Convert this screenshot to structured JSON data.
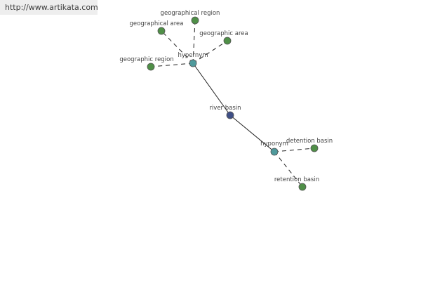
{
  "watermark": "http://www.artikata.com",
  "colors": {
    "center": "#3f4f86",
    "relation": "#4f9a9c",
    "leaf": "#4f8f47",
    "node_stroke": "#555555",
    "edge": "#222222"
  },
  "nodes": [
    {
      "id": "river_basin",
      "label": "river basin",
      "kind": "center"
    },
    {
      "id": "hypernym",
      "label": "hypernym",
      "kind": "relation"
    },
    {
      "id": "hyponym",
      "label": "hyponym",
      "kind": "relation"
    },
    {
      "id": "geographical_region",
      "label": "geographical region",
      "kind": "leaf"
    },
    {
      "id": "geographical_area",
      "label": "geographical area",
      "kind": "leaf"
    },
    {
      "id": "geographic_area",
      "label": "geographic area",
      "kind": "leaf"
    },
    {
      "id": "geographic_region",
      "label": "geographic region",
      "kind": "leaf"
    },
    {
      "id": "detention_basin",
      "label": "detention basin",
      "kind": "leaf"
    },
    {
      "id": "retention_basin",
      "label": "retention basin",
      "kind": "leaf"
    }
  ],
  "edges": [
    {
      "from": "river_basin",
      "to": "hypernym",
      "style": "solid"
    },
    {
      "from": "river_basin",
      "to": "hyponym",
      "style": "solid"
    },
    {
      "from": "hypernym",
      "to": "geographical_region",
      "style": "dashed"
    },
    {
      "from": "hypernym",
      "to": "geographical_area",
      "style": "dashed"
    },
    {
      "from": "hypernym",
      "to": "geographic_area",
      "style": "dashed"
    },
    {
      "from": "hypernym",
      "to": "geographic_region",
      "style": "dashed"
    },
    {
      "from": "hyponym",
      "to": "detention_basin",
      "style": "dashed"
    },
    {
      "from": "hyponym",
      "to": "retention_basin",
      "style": "dashed"
    }
  ]
}
